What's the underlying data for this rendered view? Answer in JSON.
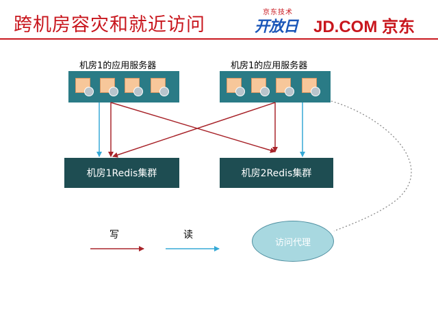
{
  "title": "跨机房容灾和就近访问",
  "logo": {
    "small": "京东技术",
    "kaifang": "开放日",
    "brand": "JD.COM 京东"
  },
  "server_groups": [
    {
      "label": "机房1的应用服务器"
    },
    {
      "label": "机房1的应用服务器"
    }
  ],
  "redis": [
    {
      "label": "机房1Redis集群"
    },
    {
      "label": "机房2Redis集群"
    }
  ],
  "legend": {
    "write": "写",
    "read": "读"
  },
  "proxy": {
    "label": "访问代理"
  },
  "colors": {
    "title": "#c8161d",
    "write_arrow": "#a8242a",
    "read_arrow": "#35a9d6",
    "server_bar": "#2a7b86",
    "redis_box": "#1e4d52",
    "proxy_fill": "#a8d8e0"
  }
}
